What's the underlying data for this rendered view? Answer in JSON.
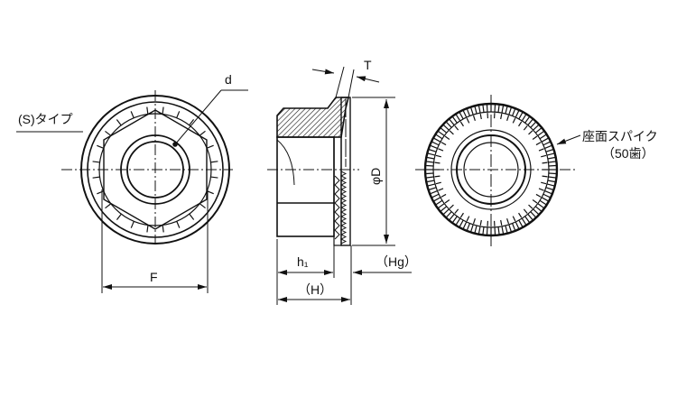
{
  "labels": {
    "s_type": "(S)タイプ",
    "d": "d",
    "F": "F",
    "T": "T",
    "phiD": "φD",
    "h1": "h₁",
    "H": "（H）",
    "Hg": "（Hg）",
    "spike_line1": "座面スパイク",
    "spike_line2": "（50歯）"
  },
  "spike_count": 50,
  "colors": {
    "line": "#111111",
    "background": "#ffffff"
  }
}
